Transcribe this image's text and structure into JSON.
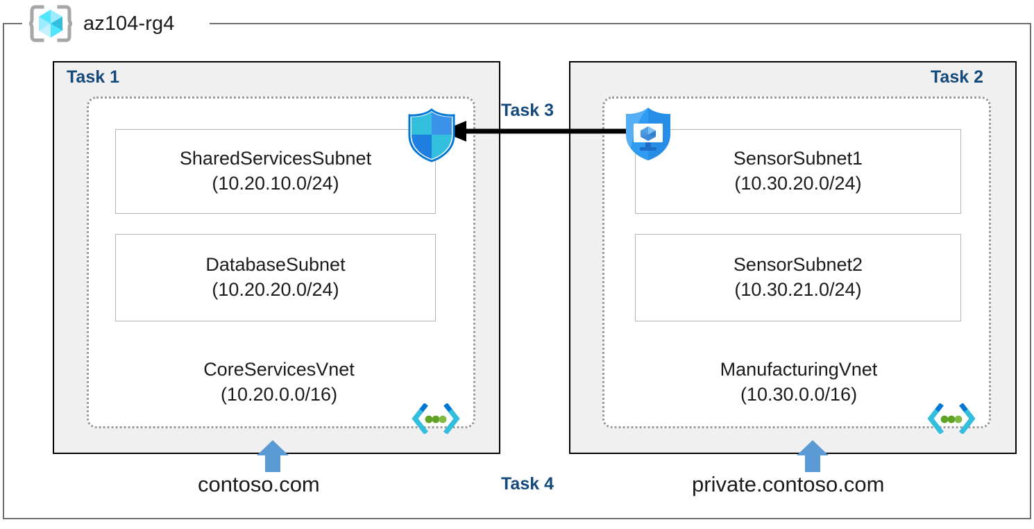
{
  "resource_group": {
    "name": "az104-rg4",
    "icon": "resource-group-cube-icon"
  },
  "colors": {
    "task_label": "#14497b",
    "panel_fill": "#f0f0f0",
    "panel_border": "#000000",
    "vnet_border": "#9a9a9a",
    "subnet_border": "#b5b5b5",
    "frame_border": "#6e6e6e",
    "dns_arrow": "#5b9bd5",
    "peering_arrow": "#000000",
    "text": "#1a1a1a"
  },
  "tasks": {
    "task1": "Task 1",
    "task2": "Task 2",
    "task3": "Task 3",
    "task4": "Task 4"
  },
  "vnets": [
    {
      "id": "core-services",
      "name": "CoreServicesVnet",
      "cidr": "(10.20.0.0/16)",
      "icon": "virtual-network-icon",
      "subnets": [
        {
          "name": "SharedServicesSubnet",
          "cidr": "(10.20.10.0/24)"
        },
        {
          "name": "DatabaseSubnet",
          "cidr": "(10.20.20.0/24)"
        }
      ],
      "dns_zone": "contoso.com"
    },
    {
      "id": "manufacturing",
      "name": "ManufacturingVnet",
      "cidr": "(10.30.0.0/16)",
      "icon": "virtual-network-icon",
      "subnets": [
        {
          "name": "SensorSubnet1",
          "cidr": "(10.30.20.0/24)"
        },
        {
          "name": "SensorSubnet2",
          "cidr": "(10.30.21.0/24)"
        }
      ],
      "dns_zone": "private.contoso.com"
    }
  ],
  "icons": {
    "nsg": "network-security-group-shield-icon",
    "firewall": "azure-firewall-shield-monitor-icon",
    "peering_arrow": "peering-arrow-left-icon",
    "dns_arrow": "dns-up-arrow-icon"
  }
}
